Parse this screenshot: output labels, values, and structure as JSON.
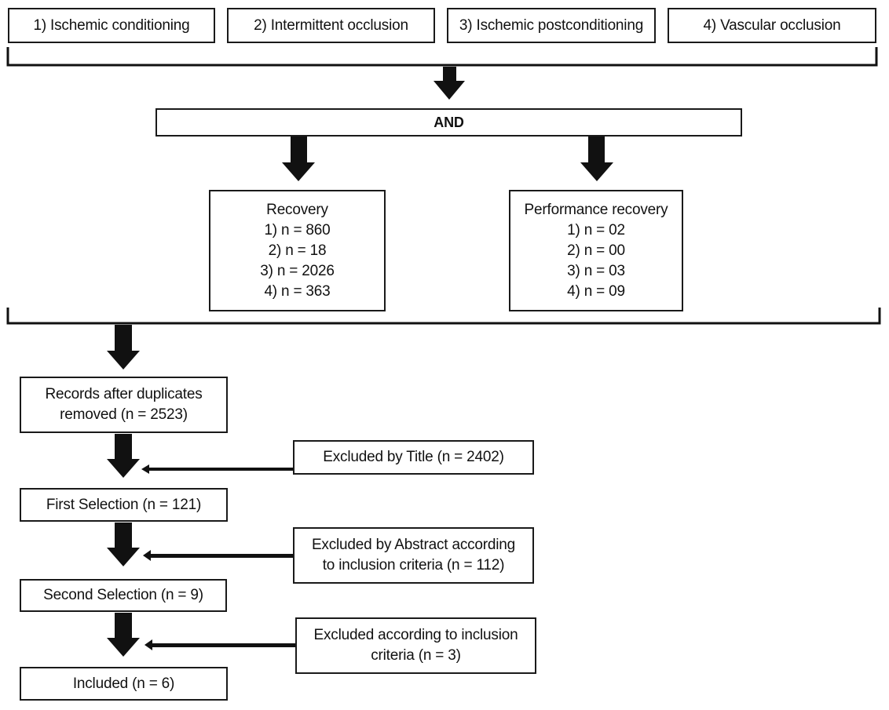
{
  "search_terms": [
    "1) Ischemic conditioning",
    "2) Intermittent occlusion",
    "3) Ischemic postconditioning",
    "4) Vascular occlusion"
  ],
  "combine_label": "AND",
  "recovery": {
    "title": "Recovery",
    "counts": [
      "1) n = 860",
      "2) n = 18",
      "3) n = 2026",
      "4) n = 363"
    ]
  },
  "performance_recovery": {
    "title": "Performance recovery",
    "counts": [
      "1) n = 02",
      "2) n = 00",
      "3) n = 03",
      "4) n = 09"
    ]
  },
  "flow": {
    "records": [
      "Records after duplicates",
      "removed  (n = 2523)"
    ],
    "first_selection": "First Selection (n = 121)",
    "second_selection": "Second Selection (n = 9)",
    "included": "Included (n = 6)"
  },
  "exclusions": {
    "title": "Excluded by Title (n = 2402)",
    "abstract": [
      "Excluded by Abstract according",
      "to inclusion criteria (n = 112)"
    ],
    "criteria": [
      "Excluded according to inclusion",
      "criteria (n = 3)"
    ]
  }
}
